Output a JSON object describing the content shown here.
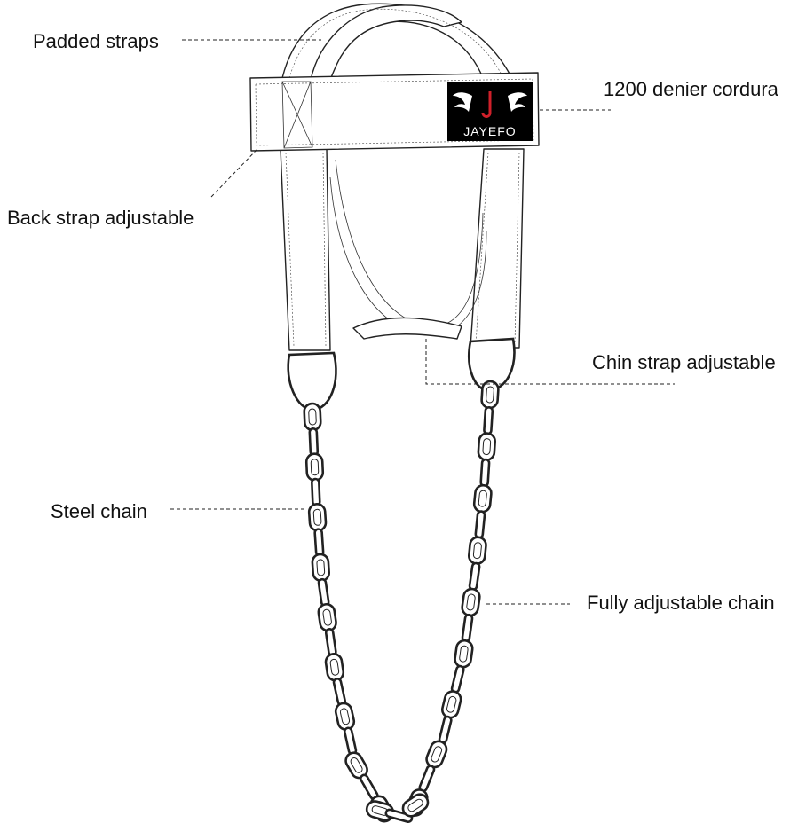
{
  "callouts": {
    "padded_straps": "Padded straps",
    "cordura": "1200 denier cordura",
    "back_strap": "Back strap adjustable",
    "chin_strap": "Chin strap adjustable",
    "steel_chain": "Steel chain",
    "adjustable_chain": "Fully adjustable chain"
  },
  "logo": {
    "brand": "JAYEFO",
    "background": "#000000",
    "accent": "#d0202a",
    "text_color": "#ffffff"
  }
}
